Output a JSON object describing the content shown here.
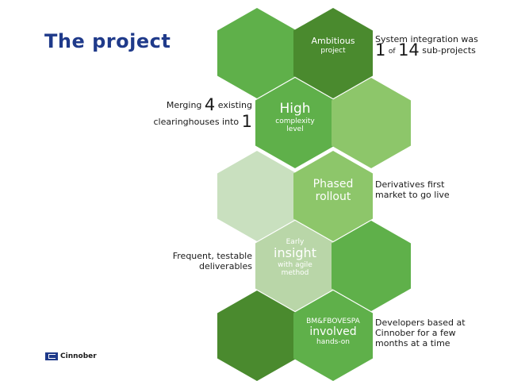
{
  "title": "The project",
  "colors": {
    "title": "#1f3a8a",
    "dark_green": "#4a8a2e",
    "mid_green": "#5fb04a",
    "light_green": "#8dc66a",
    "pale_green": "#b9d6a8",
    "palest_green": "#c9e0bf"
  },
  "hexagons": {
    "ambitious": {
      "title": "Ambitious",
      "sub": "project"
    },
    "complexity": {
      "title": "High",
      "sub1": "complexity",
      "sub2": "level"
    },
    "phased": {
      "title1": "Phased",
      "title2": "rollout"
    },
    "insight": {
      "top": "Early",
      "title": "insight",
      "sub1": "with agile",
      "sub2": "method"
    },
    "involved": {
      "top": "BM&FBOVESPA",
      "title": "involved",
      "sub": "hands-on"
    }
  },
  "notes": {
    "integration": {
      "line1": "System integration was",
      "n1": "1",
      "of": "of",
      "n2": "14",
      "suffix": "sub-projects"
    },
    "merging": {
      "prefix": "Merging",
      "n1": "4",
      "suffix": "existing",
      "line2": "clearinghouses into",
      "n2": "1"
    },
    "derivatives": {
      "line1": "Derivatives first",
      "line2": "market to go live"
    },
    "deliverables": {
      "line1": "Frequent, testable",
      "line2": "deliverables"
    },
    "developers": {
      "line1": "Developers based at",
      "line2": "Cinnober for a few",
      "line3": "months at a time"
    }
  },
  "logo": {
    "name": "Cinnober",
    "icon": "cinnober-logo-icon"
  }
}
